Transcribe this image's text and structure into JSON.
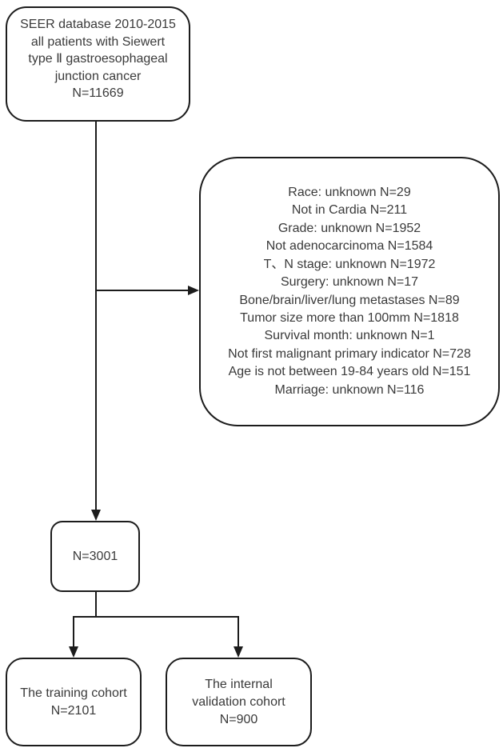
{
  "figure": {
    "type": "flowchart",
    "description": "Patient selection flow diagram"
  },
  "boxes": {
    "source": {
      "lines": [
        "SEER database 2010-2015",
        "all patients with Siewert",
        "type Ⅱ gastroesophageal",
        "junction cancer",
        "N=11669"
      ]
    },
    "exclusions": {
      "lines": [
        "Race: unknown N=29",
        "Not in Cardia N=211",
        "Grade: unknown N=1952",
        "Not adenocarcinoma N=1584",
        "T、N stage: unknown N=1972",
        "Surgery: unknown N=17",
        "Bone/brain/liver/lung metastases N=89",
        "Tumor size more than 100mm N=1818",
        "Survival month: unknown N=1",
        "Not first malignant primary indicator N=728",
        "Age is not between 19-84 years old N=151",
        "Marriage: unknown N=116"
      ]
    },
    "eligible": {
      "label": "N=3001"
    },
    "training": {
      "lines": [
        "The training cohort",
        "N=2101"
      ]
    },
    "validation": {
      "lines": [
        "The internal",
        "validation cohort",
        "N=900"
      ]
    }
  },
  "colors": {
    "border": "#1c1c1c",
    "text": "#3a3a3a",
    "background": "#ffffff",
    "connector": "#1c1c1c"
  }
}
